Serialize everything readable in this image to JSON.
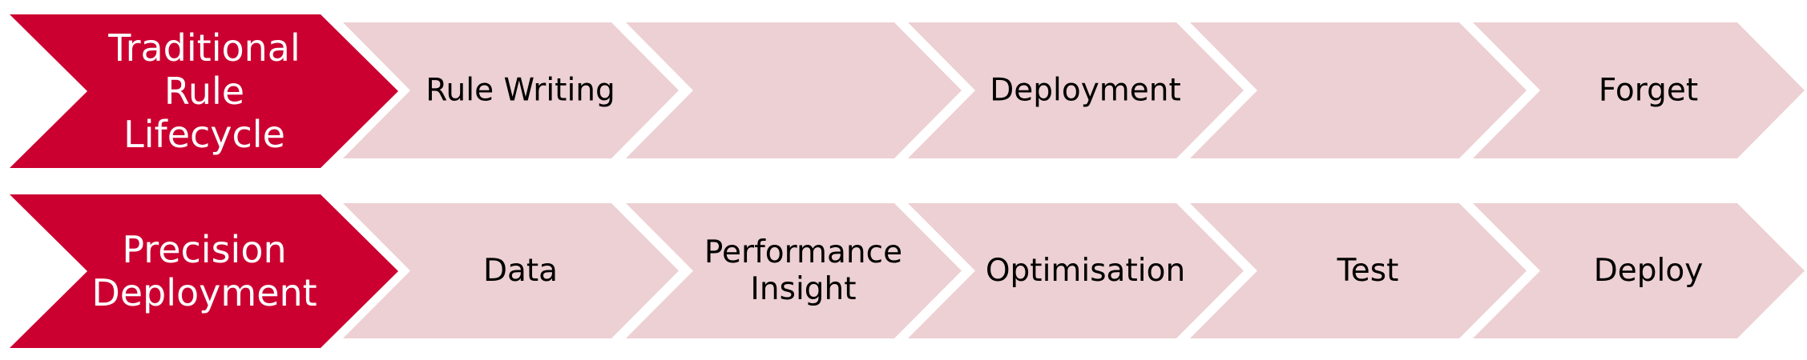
{
  "colors": {
    "lead_fill": "#CB0030",
    "lead_text": "#FFFFFF",
    "step_fill": "#EDD0D3",
    "step_text": "#000000",
    "background": "#FFFFFF"
  },
  "rows": [
    {
      "name": "traditional",
      "lead": {
        "lines": [
          "Traditional",
          "Rule",
          "Lifecycle"
        ]
      },
      "steps": [
        {
          "lines": [
            "Rule Writing"
          ]
        },
        {
          "lines": []
        },
        {
          "lines": [
            "Deployment"
          ]
        },
        {
          "lines": []
        },
        {
          "lines": [
            "Forget"
          ]
        }
      ]
    },
    {
      "name": "precision",
      "lead": {
        "lines": [
          "Precision",
          "Deployment"
        ]
      },
      "steps": [
        {
          "lines": [
            "Data"
          ]
        },
        {
          "lines": [
            "Performance",
            "Insight"
          ]
        },
        {
          "lines": [
            "Optimisation"
          ]
        },
        {
          "lines": [
            "Test"
          ]
        },
        {
          "lines": [
            "Deploy"
          ]
        }
      ]
    }
  ]
}
